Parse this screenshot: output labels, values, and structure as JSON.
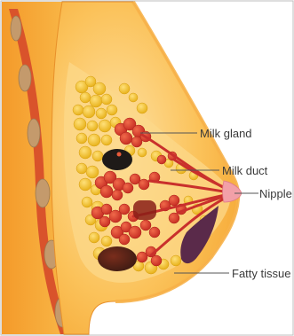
{
  "labels": {
    "milk_gland": "Milk gland",
    "milk_duct": "Milk duct",
    "nipple": "Nipple",
    "fatty_tissue": "Fatty tissue"
  },
  "colors": {
    "skin_outer": "#f6a623",
    "skin_inner": "#fbc25a",
    "chest_wall": "#f49a2a",
    "muscle_band": "#d9532b",
    "rib": "#c49a6c",
    "fat_lobule": "#f3c21d",
    "gland": "#d83a2a",
    "duct": "#c9302c",
    "dark_mass": "#1e1a18",
    "nipple": "#f2a0a8",
    "leader": "#555555"
  }
}
